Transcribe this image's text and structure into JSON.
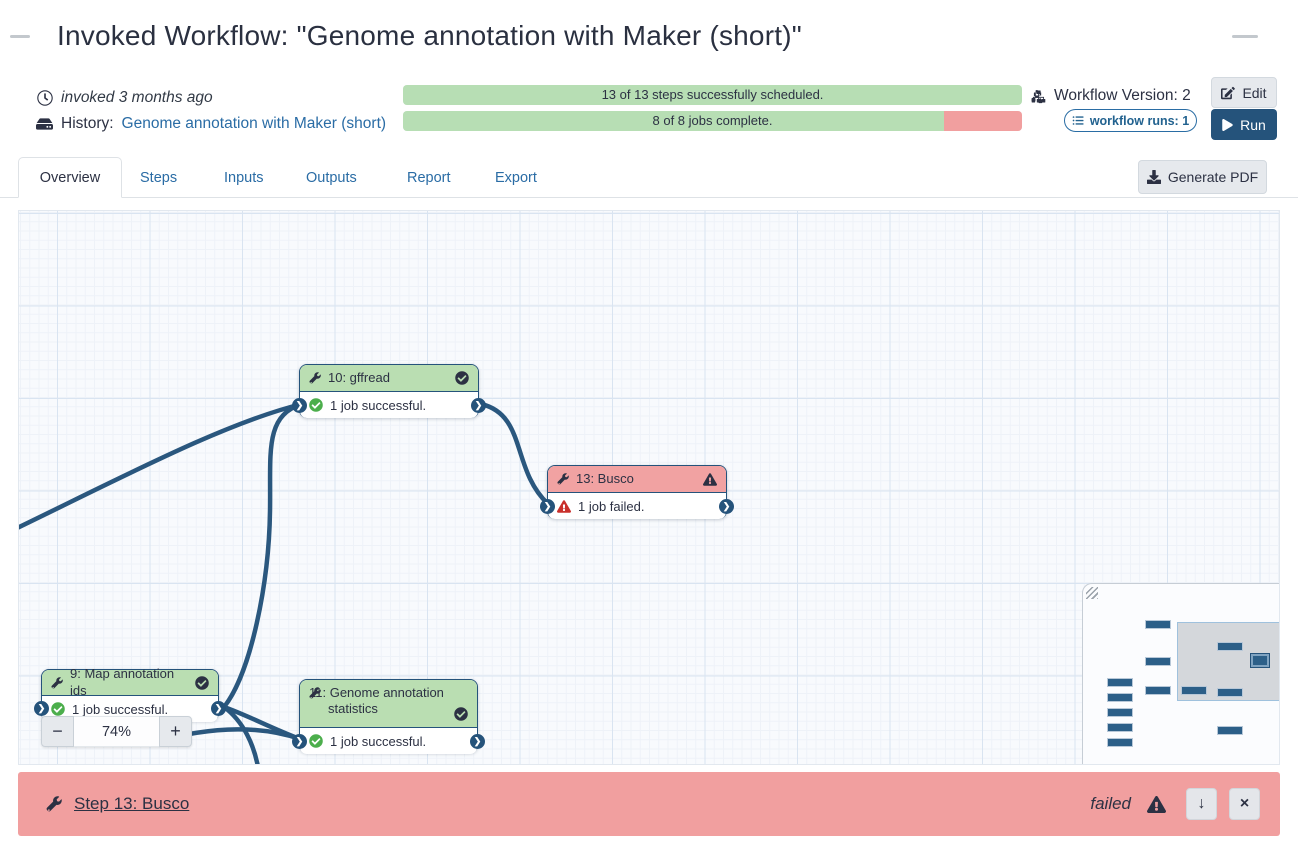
{
  "page": {
    "title": "Invoked Workflow: \"Genome annotation with Maker (short)\""
  },
  "meta": {
    "invoked_text": "invoked 3 months ago",
    "history_label": "History:",
    "history_link": "Genome annotation with Maker (short)",
    "steps_progress_text": "13 of 13 steps successfully scheduled.",
    "jobs_progress_text": "8 of 8 jobs complete.",
    "jobs_success_percent": 87.4,
    "workflow_version": "Workflow Version: 2",
    "workflow_runs": "workflow runs: 1",
    "edit_label": "Edit",
    "run_label": "Run"
  },
  "tabs": [
    {
      "label": "Overview",
      "active": true
    },
    {
      "label": "Steps",
      "active": false
    },
    {
      "label": "Inputs",
      "active": false
    },
    {
      "label": "Outputs",
      "active": false
    },
    {
      "label": "Report",
      "active": false
    },
    {
      "label": "Export",
      "active": false
    }
  ],
  "generate_pdf_label": "Generate PDF",
  "canvas": {
    "zoom_level": "74%",
    "zoom_out_label": "−",
    "zoom_in_label": "+",
    "nodes": [
      {
        "title": "10: gffread",
        "status": "ok",
        "body": "1 job successful."
      },
      {
        "title": "13: Busco",
        "status": "error",
        "body": "1 job failed."
      },
      {
        "title": "9: Map annotation ids",
        "status": "ok",
        "body": "1 job successful."
      },
      {
        "title": "11: Genome annotation statistics",
        "status": "ok",
        "body": "1 job successful."
      }
    ],
    "connector_glyph": "❯"
  },
  "footer": {
    "step_link": "Step 13: Busco",
    "status_text": "failed",
    "scroll_down_label": "↓",
    "close_label": "×"
  },
  "colors": {
    "brand_dark": "#25537b",
    "success_bg": "#badeb2",
    "error_bg": "#f19f9f",
    "link_blue": "#2a6ca5",
    "success_icon": "#4cae4c",
    "error_icon": "#c9302c"
  }
}
